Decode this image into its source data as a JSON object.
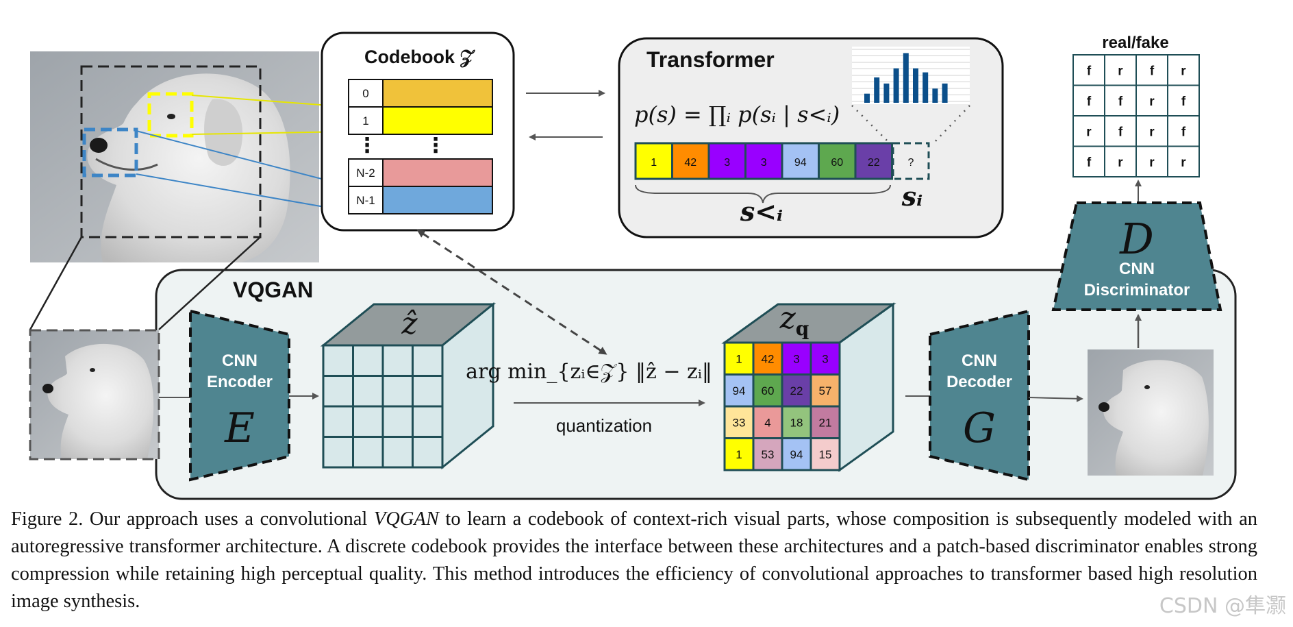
{
  "codebook": {
    "title": "Codebook 𝒵",
    "entries": [
      {
        "index": "0",
        "color": "#f0c23a"
      },
      {
        "index": "1",
        "color": "#ffff00"
      },
      {
        "index": "N-2",
        "color": "#e89a9a"
      },
      {
        "index": "N-1",
        "color": "#6fa8dc"
      }
    ]
  },
  "transformer": {
    "title": "Transformer",
    "formula": "p(s) = ∏ᵢ p(sᵢ | s<ᵢ)",
    "sequence": [
      {
        "value": "1",
        "color": "#ffff00"
      },
      {
        "value": "42",
        "color": "#ff8c00"
      },
      {
        "value": "3",
        "color": "#9900ff"
      },
      {
        "value": "3",
        "color": "#9900ff"
      },
      {
        "value": "94",
        "color": "#a4c2f4"
      },
      {
        "value": "60",
        "color": "#5ea84f"
      },
      {
        "value": "22",
        "color": "#6a3fa8"
      }
    ],
    "next_token": "?",
    "s_less_i": "s<ᵢ",
    "s_i": "sᵢ",
    "histogram_bars": [
      0.18,
      0.5,
      0.38,
      0.68,
      0.98,
      0.68,
      0.6,
      0.28,
      0.38
    ]
  },
  "discriminator": {
    "title": "real/fake",
    "grid": [
      [
        "f",
        "r",
        "f",
        "r"
      ],
      [
        "f",
        "f",
        "r",
        "f"
      ],
      [
        "r",
        "f",
        "r",
        "f"
      ],
      [
        "f",
        "r",
        "r",
        "r"
      ]
    ],
    "letter": "D",
    "label_line1": "CNN",
    "label_line2": "Discriminator"
  },
  "vqgan": {
    "title": "VQGAN",
    "encoder": {
      "line1": "CNN",
      "line2": "Encoder",
      "letter": "E"
    },
    "decoder": {
      "line1": "CNN",
      "line2": "Decoder",
      "letter": "G"
    },
    "zhat_label": "ẑ",
    "zq_label": "z_q",
    "argmin_text": "arg min_{zᵢ∈𝒵} ‖ẑ − zᵢ‖",
    "quantization_label": "quantization",
    "zq_grid": [
      [
        {
          "value": "1",
          "color": "#ffff00"
        },
        {
          "value": "42",
          "color": "#ff8c00"
        },
        {
          "value": "3",
          "color": "#9900ff"
        },
        {
          "value": "3",
          "color": "#9900ff"
        }
      ],
      [
        {
          "value": "94",
          "color": "#a4c2f4"
        },
        {
          "value": "60",
          "color": "#5ea84f"
        },
        {
          "value": "22",
          "color": "#6a3fa8"
        },
        {
          "value": "57",
          "color": "#f6b26b"
        }
      ],
      [
        {
          "value": "33",
          "color": "#ffe599"
        },
        {
          "value": "4",
          "color": "#ea9999"
        },
        {
          "value": "18",
          "color": "#93c47d"
        },
        {
          "value": "21",
          "color": "#c27ba0"
        }
      ],
      [
        {
          "value": "1",
          "color": "#ffff00"
        },
        {
          "value": "53",
          "color": "#d5a6bd"
        },
        {
          "value": "94",
          "color": "#a4c2f4"
        },
        {
          "value": "15",
          "color": "#f4cccc"
        }
      ]
    ]
  },
  "colors": {
    "teal": "#4f8590",
    "teal_dark": "#1f4e56",
    "panel_bg": "#eef3f3",
    "grid_face": "#d8e8ea"
  },
  "caption": {
    "prefix": "Figure 2. Our approach uses a convolutional ",
    "emph": "VQGAN",
    "rest": " to learn a codebook of context-rich visual parts, whose composition is subsequently modeled with an autoregressive transformer architecture.  A discrete codebook provides the interface between these architectures and a patch-based discriminator enables strong compression while retaining high perceptual quality.  This method introduces the efficiency of convolutional approaches to transformer based high resolution image synthesis."
  },
  "watermark": "CSDN @隼灏"
}
